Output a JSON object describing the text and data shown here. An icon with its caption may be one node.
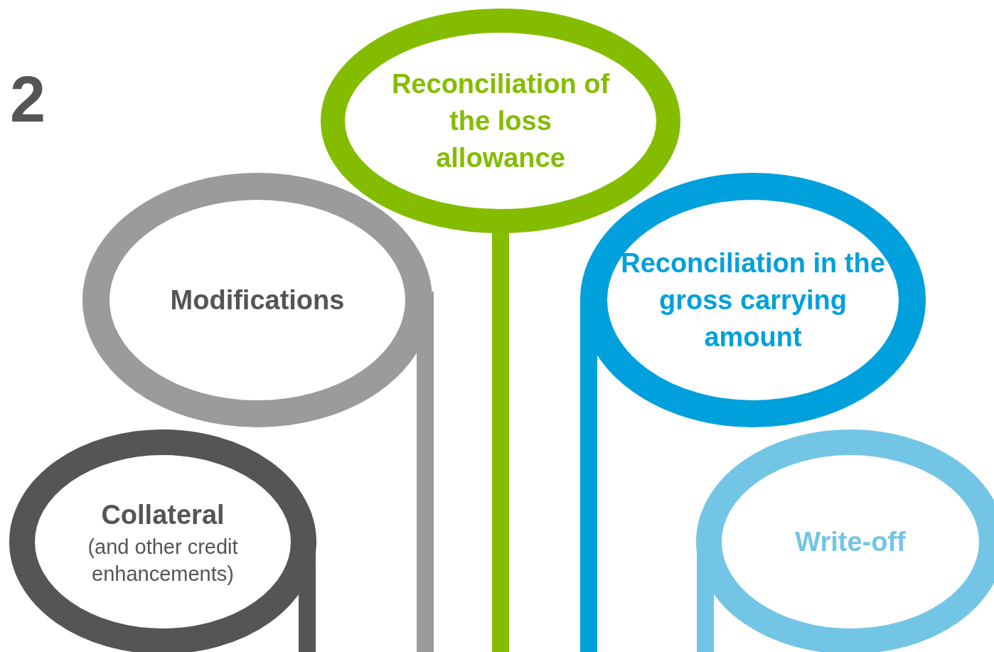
{
  "diagram": {
    "nodes": [
      {
        "text": [
          "Reconciliation of the loss allowance"
        ]
      },
      {
        "text": [
          "Modifications"
        ]
      },
      {
        "text": [
          "Reconciliation in the gross carrying amount"
        ]
      },
      {
        "text": [
          "Collateral",
          "(and other credit enhancements)"
        ]
      },
      {
        "text": [
          "Write-off"
        ]
      }
    ],
    "labels": [
      "2"
    ]
  }
}
